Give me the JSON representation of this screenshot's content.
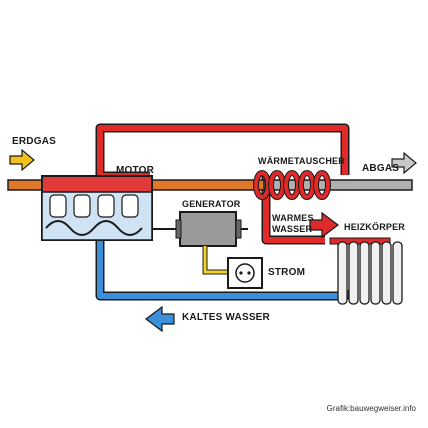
{
  "labels": {
    "erdgas": "ERDGAS",
    "motor": "MOTOR",
    "waermetauscher": "WÄRMETAUSCHER",
    "abgas": "ABGAS",
    "generator": "GENERATOR",
    "warmes_wasser_line1": "WARMES",
    "warmes_wasser_line2": "WASSER",
    "heizkoerper": "HEIZKÖRPER",
    "strom": "STROM",
    "kaltes_wasser": "KALTES WASSER"
  },
  "credit": "Grafik:bauwegweiser.info",
  "colors": {
    "hot_pipe": "#e02a2a",
    "cold_pipe": "#3a8fd8",
    "gas_pipe": "#e0782a",
    "exhaust_pipe": "#b0b0b0",
    "electric_wire": "#f2d22a",
    "gas_arrow": "#f2c21a",
    "outline": "#1a1a1a"
  },
  "icons": [
    "gas-arrow-icon",
    "exhaust-arrow-icon",
    "hot-water-arrow-icon",
    "cold-water-arrow-icon",
    "power-socket-icon",
    "radiator-icon",
    "generator-icon",
    "engine-cylinders-icon",
    "heat-exchanger-coil-icon"
  ]
}
